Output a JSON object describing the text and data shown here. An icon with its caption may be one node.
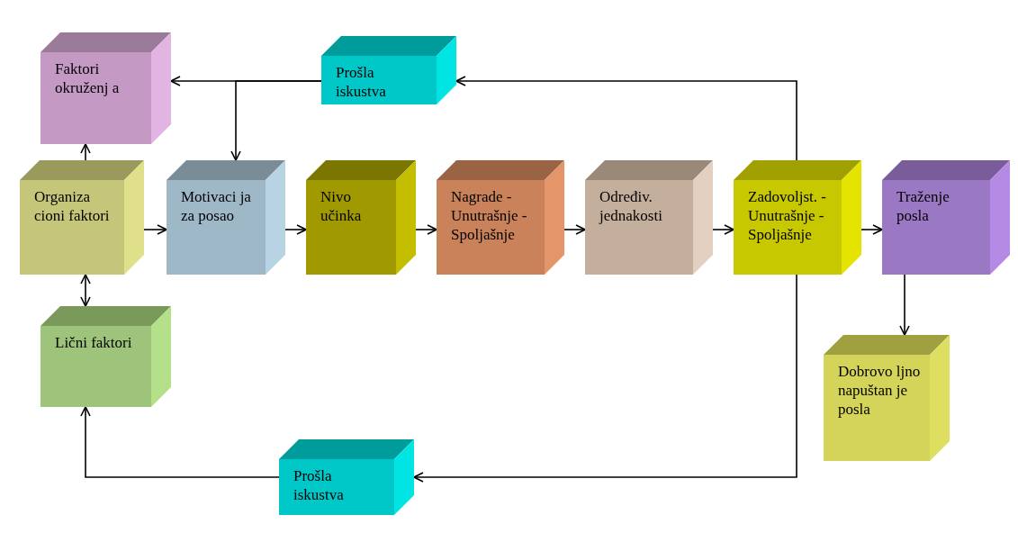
{
  "diagram": {
    "nodes": [
      {
        "text": [
          "Prošla iskustva"
        ]
      },
      {
        "text": [
          "Faktori okruženj a"
        ]
      },
      {
        "text": [
          "Organiza cioni faktori"
        ]
      },
      {
        "text": [
          "Motivaci ja za posao"
        ]
      },
      {
        "text": [
          "Nivo učinka"
        ]
      },
      {
        "text": [
          "Nagrade -Unutrašnje -Spoljašnje"
        ]
      },
      {
        "text": [
          "Određiv. jednakosti"
        ]
      },
      {
        "text": [
          "Zadovoljst. -Unutrašnje -Spoljašnje"
        ]
      },
      {
        "text": [
          "Traženje posla"
        ]
      },
      {
        "text": [
          "Lični faktori"
        ]
      },
      {
        "text": [
          "Dobrovo ljno napuštan je posla"
        ]
      },
      {
        "text": [
          "Prošla iskustva"
        ]
      }
    ],
    "edges": [
      {
        "from": 7,
        "to": 0,
        "arrow": "to"
      },
      {
        "from": 0,
        "to": 1,
        "arrow": "to"
      },
      {
        "from": 0,
        "to": 3,
        "arrow": "to"
      },
      {
        "from": 2,
        "to": 1,
        "arrow": "to"
      },
      {
        "from": 2,
        "to": 9,
        "arrow": "both"
      },
      {
        "from": 2,
        "to": 3,
        "arrow": "to"
      },
      {
        "from": 3,
        "to": 4,
        "arrow": "to"
      },
      {
        "from": 4,
        "to": 5,
        "arrow": "to"
      },
      {
        "from": 5,
        "to": 6,
        "arrow": "to"
      },
      {
        "from": 6,
        "to": 7,
        "arrow": "to"
      },
      {
        "from": 7,
        "to": 8,
        "arrow": "to"
      },
      {
        "from": 8,
        "to": 10,
        "arrow": "to"
      },
      {
        "from": 7,
        "to": 11,
        "arrow": "to"
      },
      {
        "from": 11,
        "to": 9,
        "arrow": "to"
      }
    ]
  }
}
